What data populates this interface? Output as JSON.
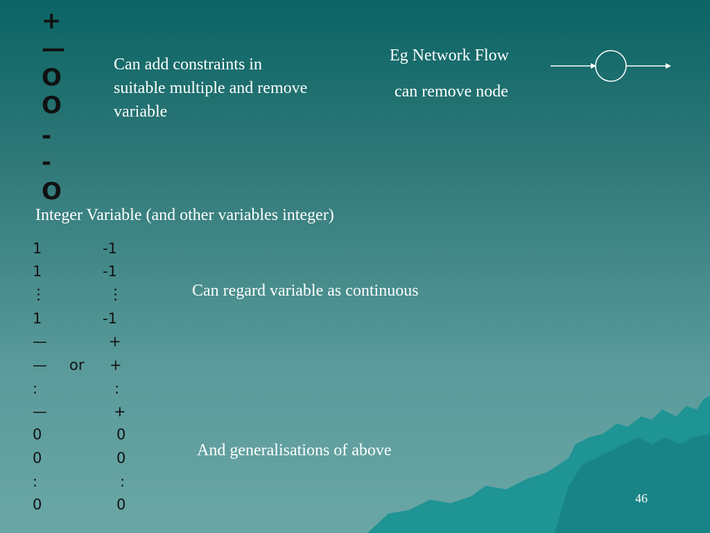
{
  "slide": {
    "page_number": "46",
    "left_column_symbols": [
      "+",
      "—",
      "O",
      "O",
      "-",
      "-",
      "O"
    ],
    "constraint_note": [
      "Can add constraints in",
      "suitable multiple and remove",
      "variable"
    ],
    "network_title": "Eg Network Flow",
    "network_note": "can remove node",
    "integer_heading": "Integer Variable (and other variables integer)",
    "continuous_note": "Can regard variable as continuous",
    "generalisation_note": "And generalisations of above",
    "matrix_left": [
      "1",
      "1",
      "⋮",
      "1",
      "—",
      "—",
      ":",
      "—",
      "0",
      "0",
      ":",
      "0"
    ],
    "matrix_or": "or",
    "matrix_right": [
      "-1",
      "-1",
      "⋮",
      "-1",
      "+",
      "+",
      ":",
      "+",
      "0",
      "0",
      ":",
      "0"
    ]
  }
}
